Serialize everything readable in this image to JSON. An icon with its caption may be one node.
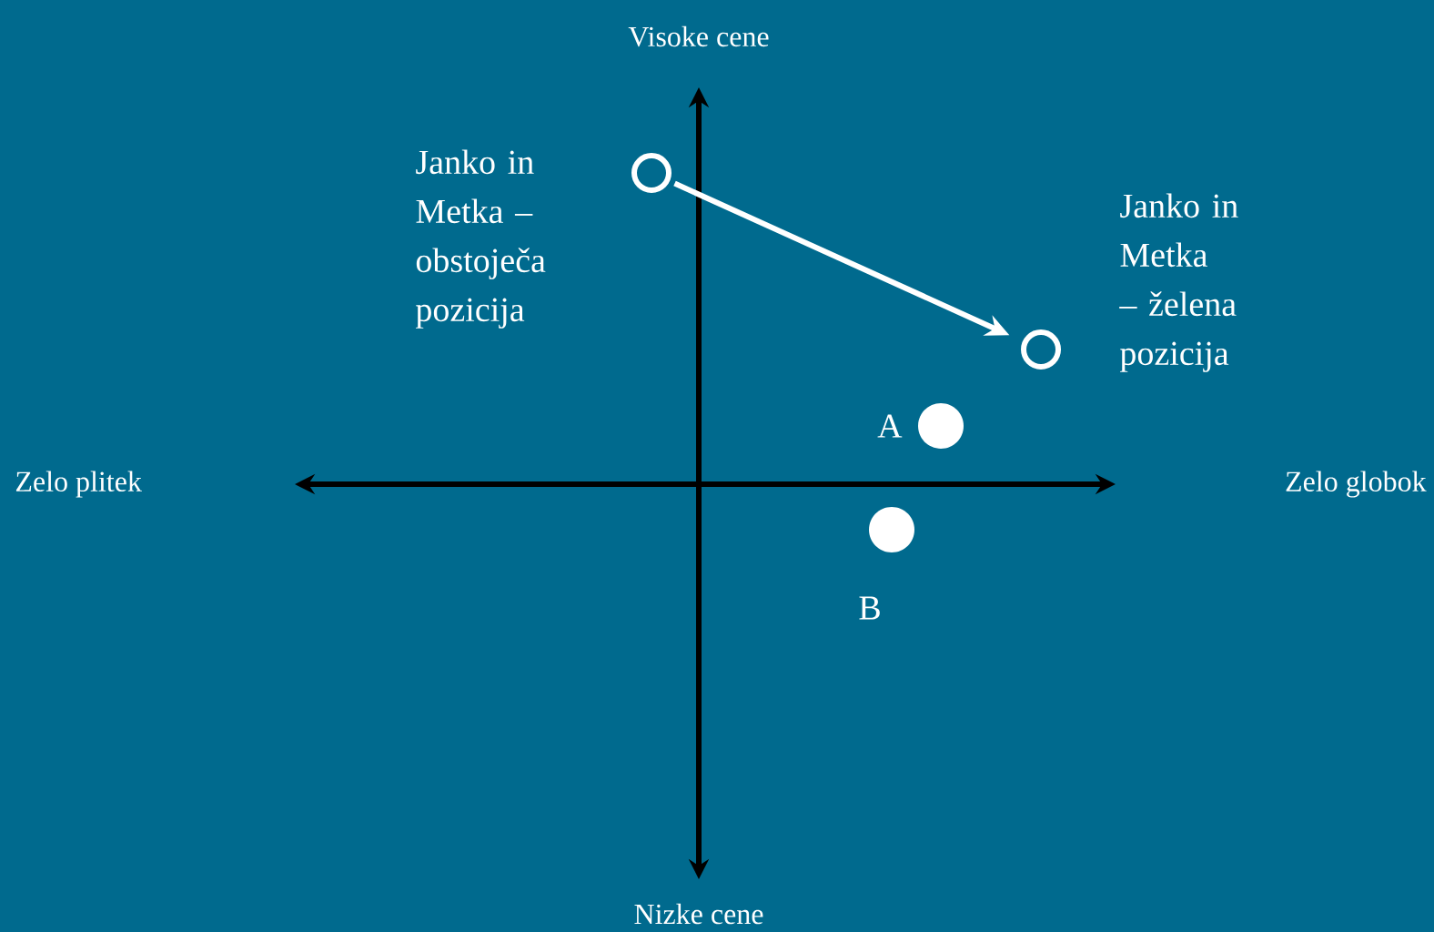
{
  "diagram": {
    "nodes": [
      {
        "text": [],
        "shape": "circle",
        "beside": [
          "Janko in Metka – obstoječa pozicija"
        ]
      },
      {
        "text": [],
        "shape": "circle",
        "beside": [
          "Janko in Metka – želena pozicija"
        ]
      },
      {
        "text": [],
        "shape": "dot",
        "beside": [
          "A"
        ]
      },
      {
        "text": [],
        "shape": "dot",
        "beside": [
          "B"
        ]
      }
    ],
    "edges": [
      {
        "from": 0,
        "to": 1,
        "arrow": "to"
      }
    ],
    "labels": [
      "Visoke cene",
      "Zelo plitek",
      "Zelo globok",
      "Nizke cene"
    ]
  }
}
